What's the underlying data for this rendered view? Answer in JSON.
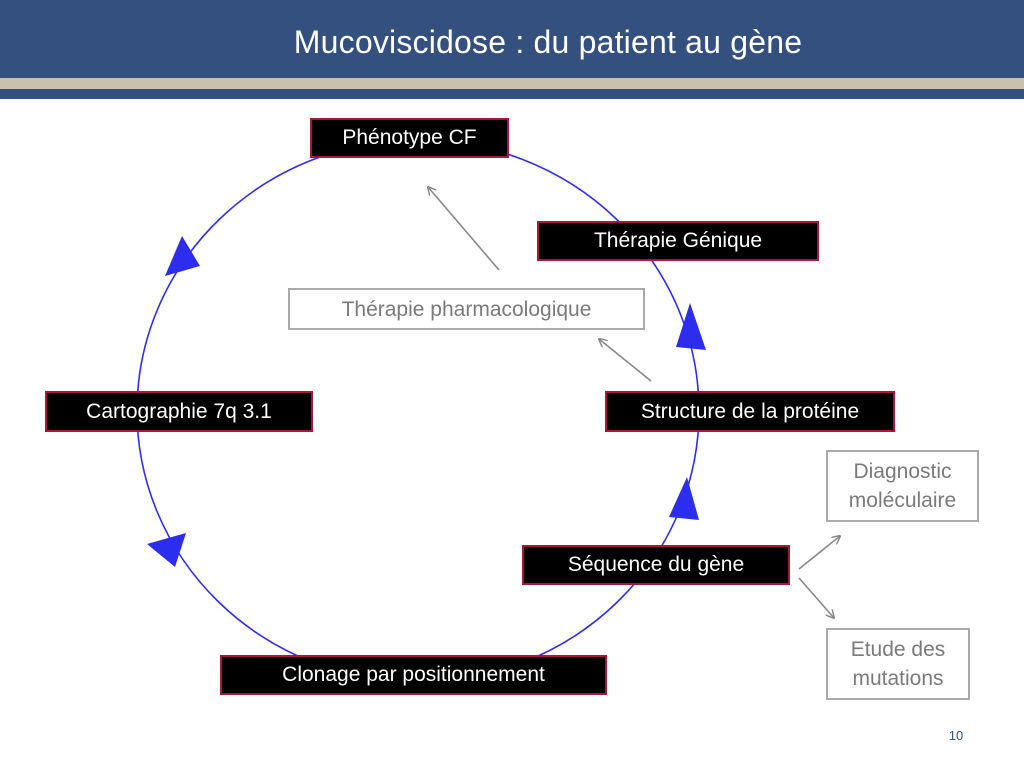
{
  "slide": {
    "title": "Mucoviscidose : du patient au gène",
    "page_number": "10"
  },
  "cycle_nodes": {
    "phenotype": "Phénotype CF",
    "therapie_genique": "Thérapie Génique",
    "structure_proteine": "Structure de la protéine",
    "sequence_gene": "Séquence du gène",
    "clonage": "Clonage par positionnement",
    "cartographie": "Cartographie 7q 3.1"
  },
  "side_nodes": {
    "therapie_pharmacologique": "Thérapie pharmacologique",
    "diagnostic_line1": "Diagnostic",
    "diagnostic_line2": "moléculaire",
    "etude_line1": "Etude des",
    "etude_line2": "mutations"
  },
  "colors": {
    "header": "#33507e",
    "header_band": "#c9c0b0",
    "cycle": "#2d2df0",
    "box_fill": "#000000",
    "box_border": "#a8163a",
    "gray_text": "#7a7a7a",
    "gray_arrow": "#888888"
  }
}
